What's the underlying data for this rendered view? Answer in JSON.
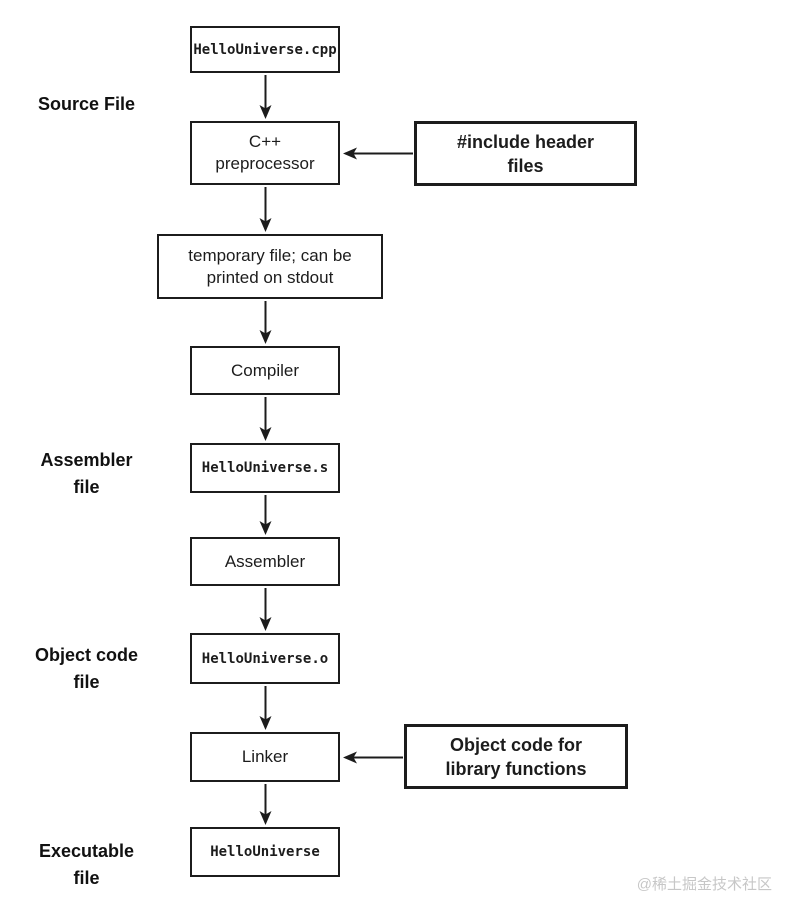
{
  "colors": {
    "background": "#ffffff",
    "line": "#1c1c1c",
    "text": "#1c1c1c",
    "watermark": "#c7c7c7"
  },
  "stage_labels": {
    "source": "Source File",
    "assembler": "Assembler\nfile",
    "object": "Object code\nfile",
    "executable": "Executable\nfile"
  },
  "nodes": {
    "source_file": "HelloUniverse.cpp",
    "preprocessor": "C++\npreprocessor",
    "temp_file": "temporary file; can be\nprinted on stdout",
    "compiler": "Compiler",
    "assembler_file": "HelloUniverse.s",
    "assembler": "Assembler",
    "object_file": "HelloUniverse.o",
    "linker": "Linker",
    "executable_file": "HelloUniverse"
  },
  "side_inputs": {
    "include_headers": "#include header\nfiles",
    "library_objects": "Object code for\nlibrary functions"
  },
  "watermark": "@稀土掘金技术社区"
}
